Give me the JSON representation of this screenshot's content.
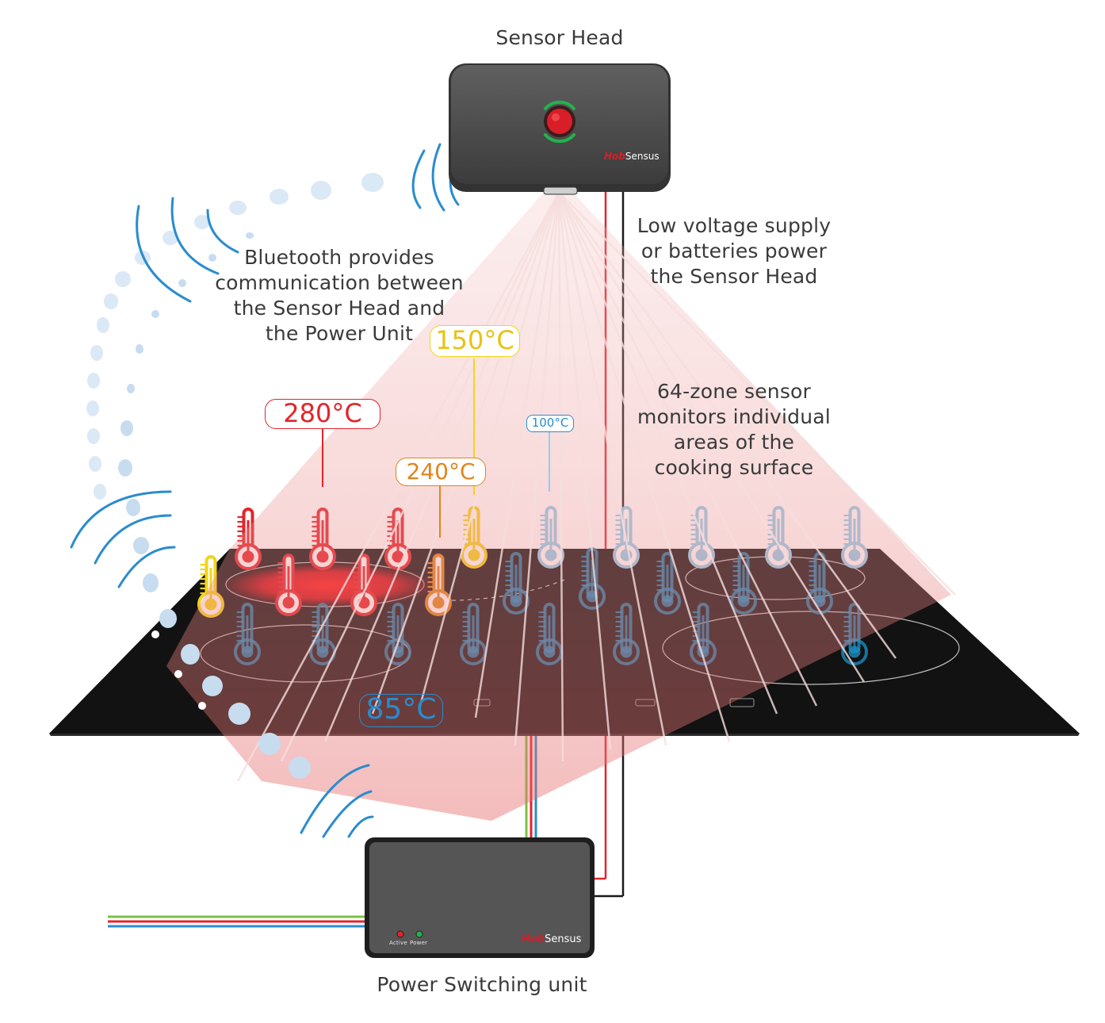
{
  "labels": {
    "sensor_head": "Sensor Head",
    "low_voltage": "Low voltage supply\nor batteries power\nthe Sensor Head",
    "bluetooth": "Bluetooth provides\ncommunication between\nthe Sensor Head and\nthe Power Unit",
    "zone_sensor": "64-zone sensor\nmonitors individual\nareas of the\ncooking surface",
    "power_unit": "Power Switching unit"
  },
  "temperatures": {
    "t280": "280°C",
    "t240": "240°C",
    "t150": "150°C",
    "t100": "100°C",
    "t85": "85°C"
  },
  "devices": {
    "brand_part1": "Hob",
    "brand_part2": "Sensus",
    "indicator_active": "Active",
    "indicator_power": "Power"
  },
  "colors": {
    "hot_red": "#e3242b",
    "orange": "#e0851d",
    "yellow": "#f2d51a",
    "light_blue": "#8fd0ee",
    "dark_blue": "#1b8cc0",
    "label_blue": "#2a8ccf",
    "hob_black": "#121212",
    "device_grey": "#505050"
  },
  "thermometers": {
    "row1": [
      "yellow",
      "red",
      "red",
      "red",
      "orange",
      "yellow",
      "light_blue",
      "light_blue",
      "light_blue",
      "light_blue"
    ],
    "row2": [
      "red",
      "red",
      "dark_blue",
      "dark_blue",
      "dark_blue",
      "dark_blue",
      "dark_blue",
      "dark_blue"
    ],
    "row3": [
      "dark_blue",
      "dark_blue",
      "dark_blue",
      "dark_blue",
      "dark_blue",
      "dark_blue",
      "dark_blue",
      "dark_blue"
    ]
  }
}
